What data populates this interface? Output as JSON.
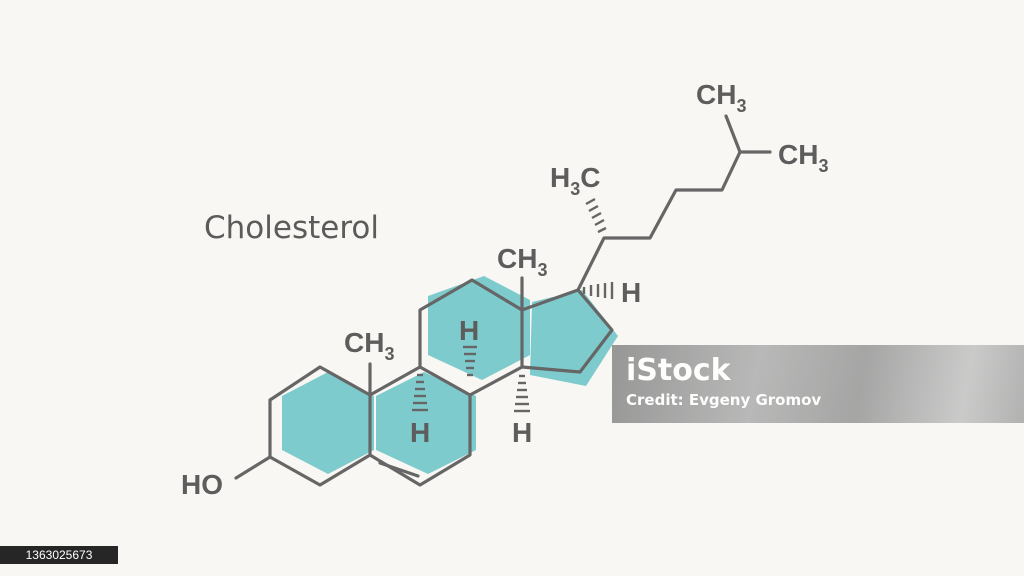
{
  "title": "Cholesterol",
  "labels": {
    "hydroxyl": "HO",
    "methyl_c10": "CH",
    "methyl_c13": "CH",
    "methyl_c20": "C",
    "methyl_c20_prefix": "H",
    "terminal_methyl_top": "CH",
    "terminal_methyl_right": "CH",
    "subscript": "3",
    "hydrogen": "H"
  },
  "colors": {
    "background": "#f9f7f3",
    "ring_fill": "#7ecbcd",
    "bond": "#666666",
    "text": "#5d5d5d"
  },
  "watermark": {
    "brand": "iStock",
    "credit": "Credit: Evgeny Gromov"
  },
  "stock_id": "1363025673"
}
